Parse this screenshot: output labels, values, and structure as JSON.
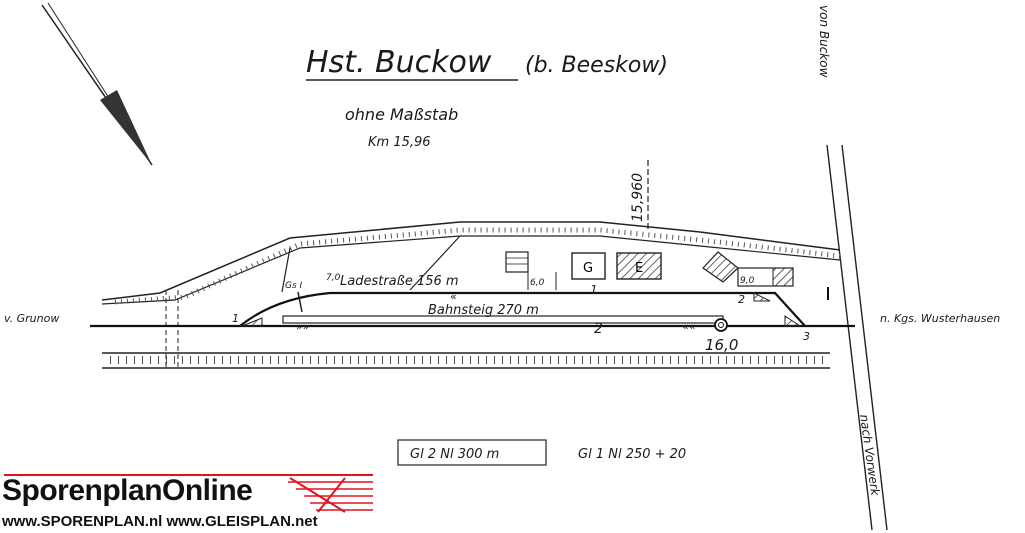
{
  "title": "Hst. Buckow",
  "subtitle": "(b. Beeskow)",
  "scale_note": "ohne Maßstab",
  "km_note": "Km 15,96",
  "km_marker": "15,960",
  "labels": {
    "from_buckow": "von Buckow",
    "v_grunow": "v. Grunow",
    "to_wusterhausen": "n. Kgs. Wusterhausen",
    "nach_vorwerk": "nach Vorwerk",
    "ladestrasse": "Ladestraße 156 m",
    "ladestrasse_width": "7,0",
    "bahnsteig": "Bahnsteig 270 m",
    "gs1": "Gs I",
    "dim_6": "6,0",
    "dim_9": "9,0",
    "signal_value": "16,0",
    "building_g": "G",
    "building_e": "E",
    "track_1": "1",
    "track_2": "2",
    "switch_1": "1",
    "switch_2": "2",
    "switch_3": "3"
  },
  "lengths": {
    "gl2": "Gl 2  Nl  300 m",
    "gl1": "Gl  1    Nl  250 + 20"
  },
  "logo": {
    "name": "SporenplanOnline",
    "urls": "www.SPORENPLAN.nl  www.GLEISPLAN.net",
    "accent": "#e0141e"
  }
}
